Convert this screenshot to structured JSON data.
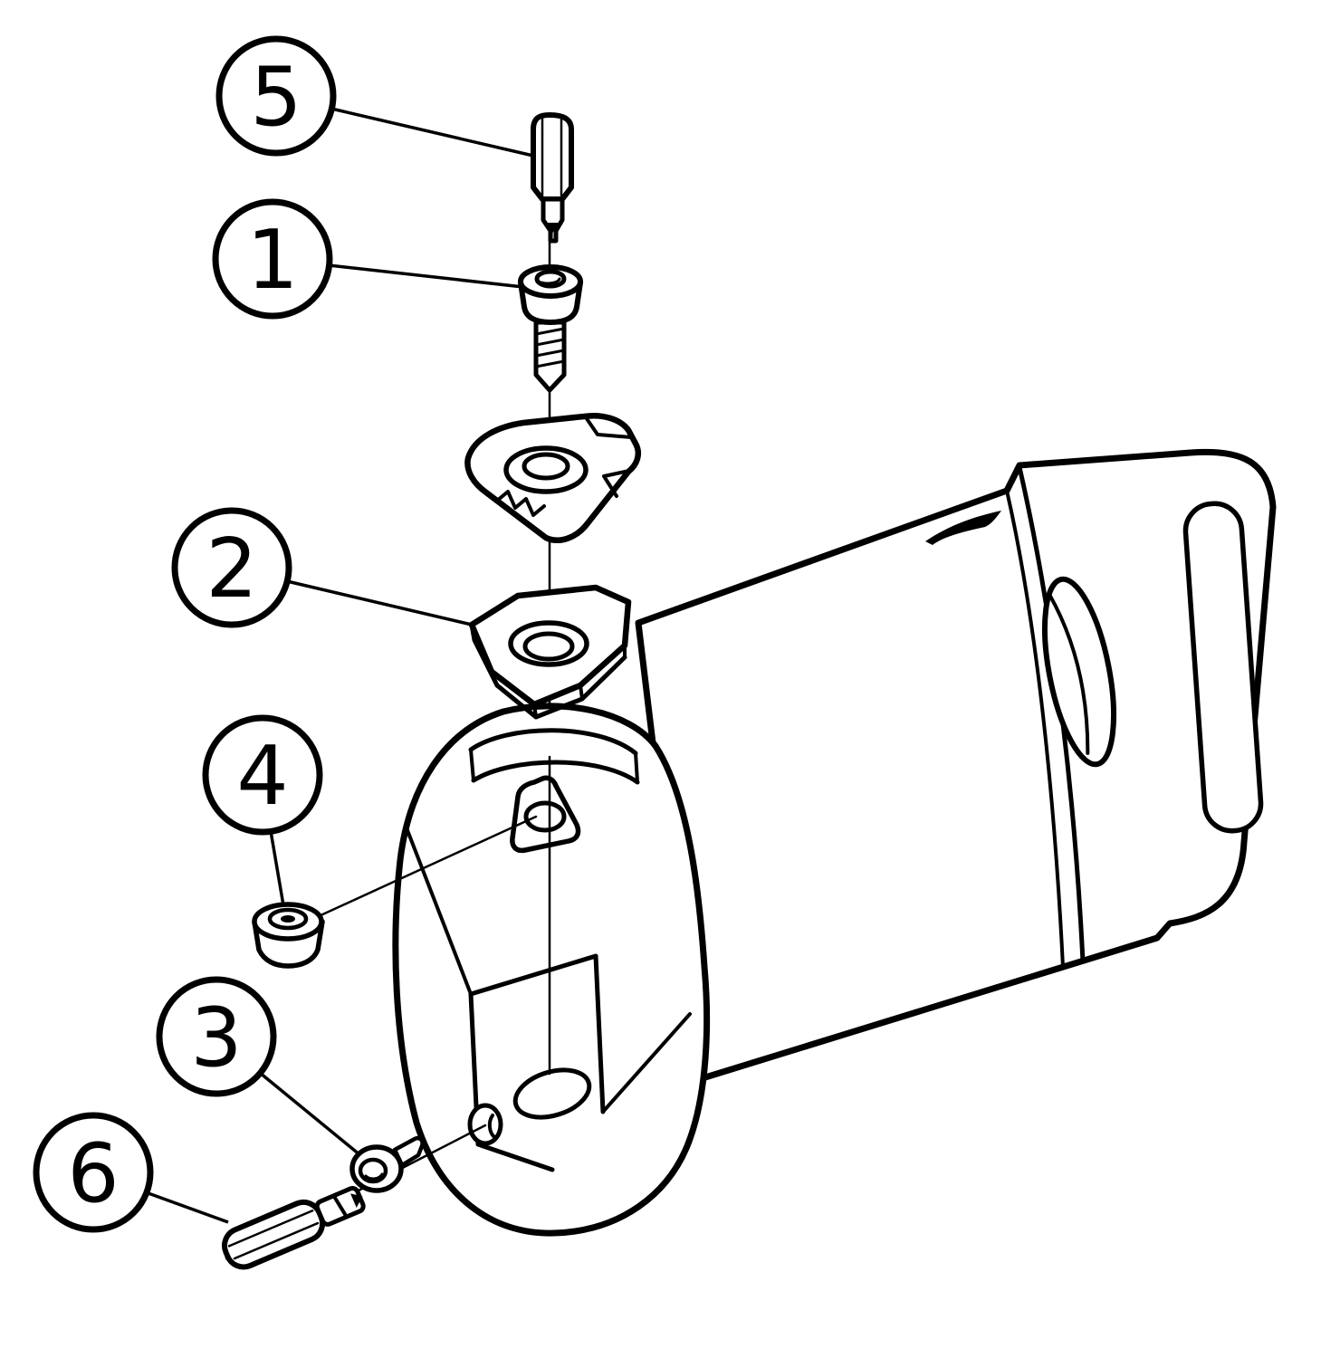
{
  "figure": {
    "kind": "exploded-assembly-line-drawing",
    "background_color": "#ffffff",
    "line_color": "#000000"
  },
  "callouts": [
    {
      "label": "5"
    },
    {
      "label": "1"
    },
    {
      "label": "2"
    },
    {
      "label": "4"
    },
    {
      "label": "3"
    },
    {
      "label": "6"
    }
  ]
}
